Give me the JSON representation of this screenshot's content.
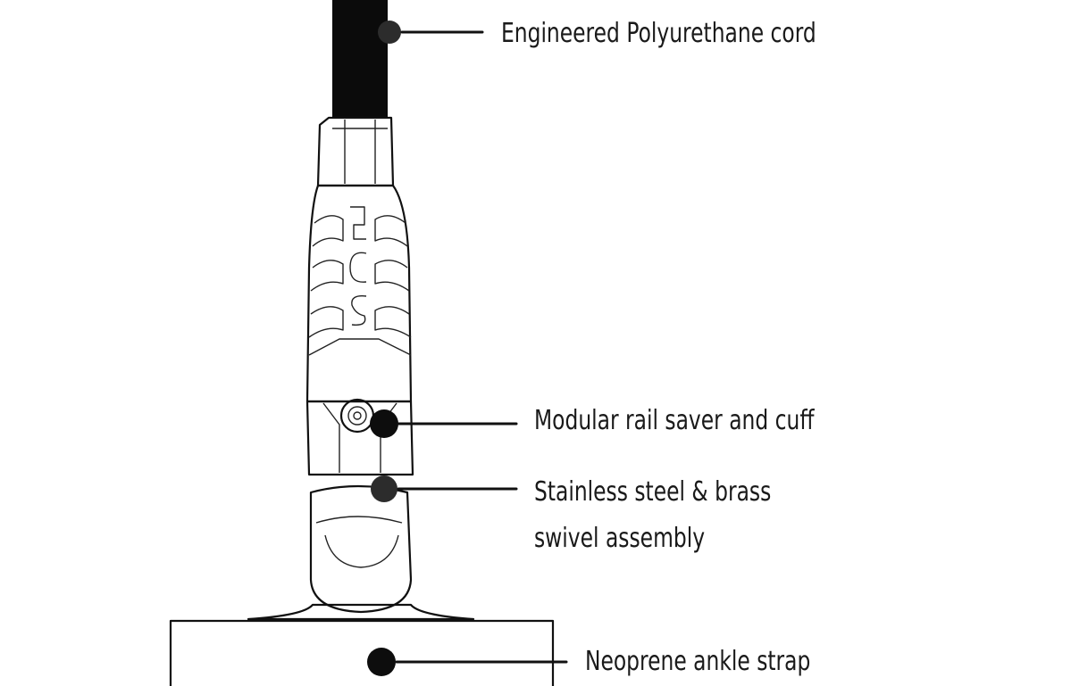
{
  "callouts": {
    "cord": {
      "label": "Engineered Polyurethane cord",
      "icon": "dot-marker"
    },
    "rail_saver": {
      "label": "Modular rail saver and cuff",
      "icon": "dot-marker"
    },
    "swivel": {
      "label_line1": "Stainless steel & brass",
      "label_line2": "swivel assembly",
      "icon": "dot-marker"
    },
    "ankle_strap": {
      "label": "Neoprene ankle strap",
      "icon": "dot-marker"
    }
  },
  "colors": {
    "background": "#ffffff",
    "ink": "#111111",
    "cord_fill": "#0b0b0b"
  }
}
